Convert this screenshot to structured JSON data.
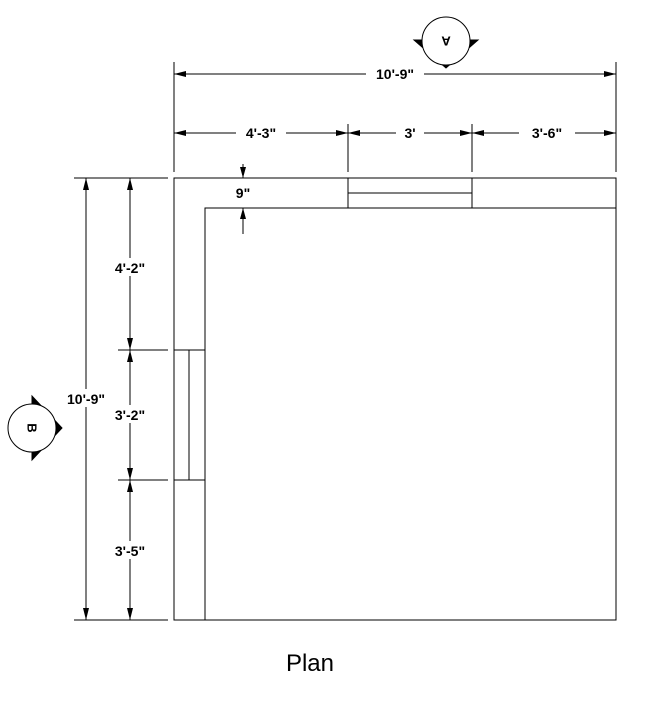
{
  "title": "Plan",
  "section_markers": {
    "top": "A",
    "left": "B"
  },
  "dimensions": {
    "overall_width": "10'-9\"",
    "seg_left": "4'-3\"",
    "seg_mid": "3'",
    "seg_right": "3'-6\"",
    "wall_thickness": "9\"",
    "overall_height": "10'-9\"",
    "seg_top": "4'-2\"",
    "seg_center": "3'-2\"",
    "seg_bottom": "3'-5\""
  }
}
